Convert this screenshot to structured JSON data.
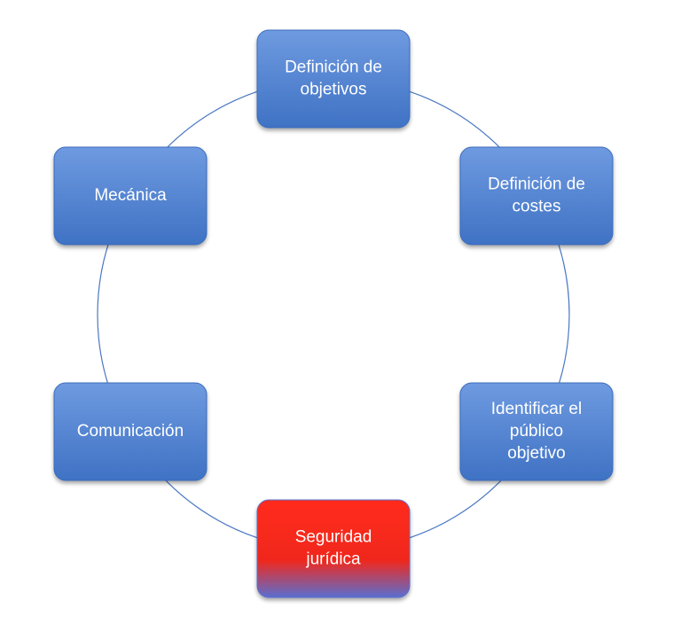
{
  "diagram": {
    "type": "cycle",
    "colors": {
      "node_top": "#6e9ae0",
      "node_bottom": "#3f72c4",
      "node_border": "#3a6cbd",
      "highlight_top": "#ff2a1a",
      "highlight_mid": "#f0281c",
      "highlight_bottom": "#5a6fd0",
      "ring": "#4a78c2"
    },
    "nodes": [
      {
        "id": "objetivos",
        "lines": [
          "Definición de",
          "objetivos"
        ],
        "highlighted": false
      },
      {
        "id": "costes",
        "lines": [
          "Definición de",
          "costes"
        ],
        "highlighted": false
      },
      {
        "id": "publico",
        "lines": [
          "Identificar el",
          "público",
          "objetivo"
        ],
        "highlighted": false
      },
      {
        "id": "seguridad",
        "lines": [
          "Seguridad",
          "jurídica"
        ],
        "highlighted": true
      },
      {
        "id": "comunicacion",
        "lines": [
          "Comunicación"
        ],
        "highlighted": false
      },
      {
        "id": "mecanica",
        "lines": [
          "Mecánica"
        ],
        "highlighted": false
      }
    ]
  }
}
